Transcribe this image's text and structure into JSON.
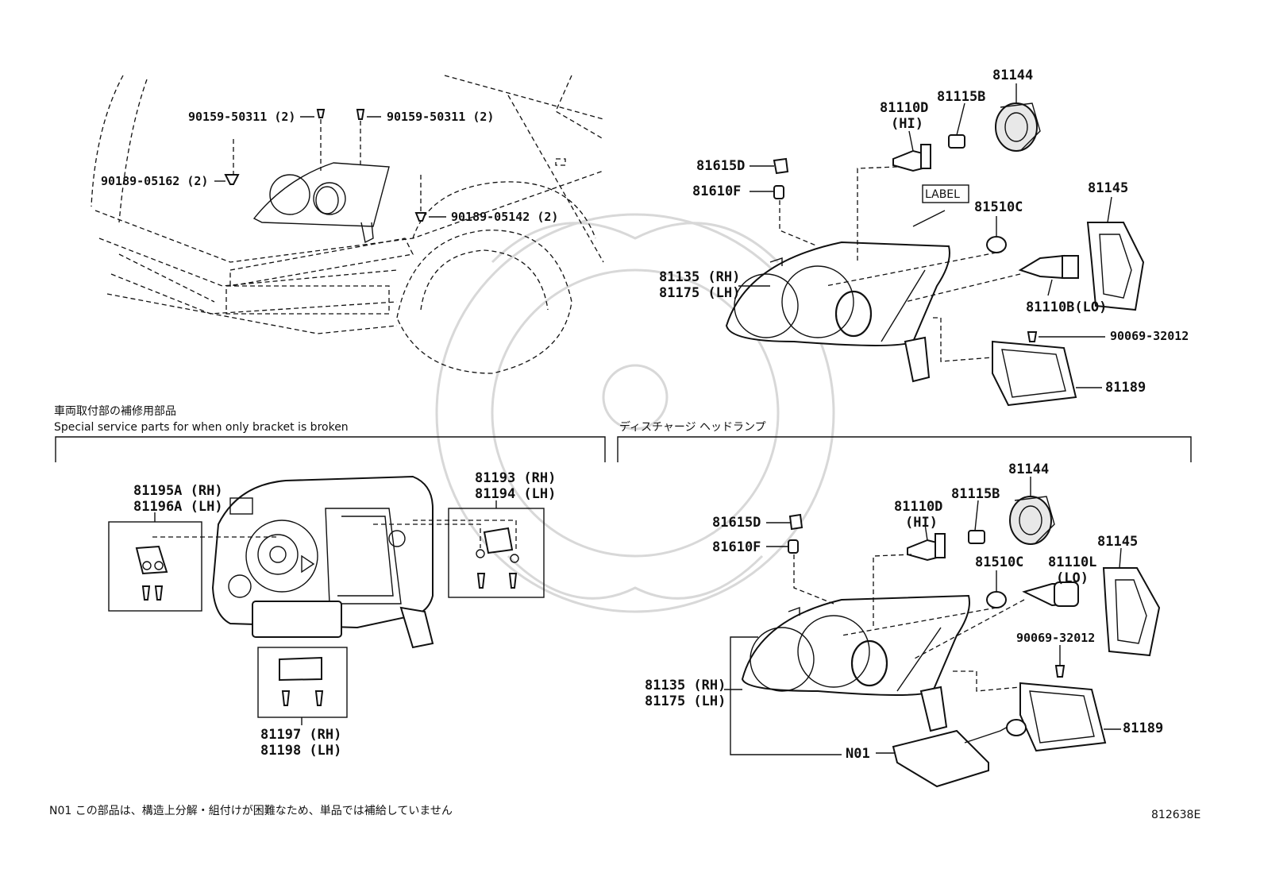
{
  "top_left": {
    "labels": [
      "90159-50311 (2)",
      "90159-50311 (2)",
      "90189-05162 (2)",
      "90189-05142 (2)"
    ]
  },
  "top_right": {
    "labels": [
      "81144",
      "81110D",
      "(HI)",
      "81115B",
      "81615D",
      "81610F",
      "LABEL",
      "81510C",
      "81145",
      "81135 (RH)",
      "81175 (LH)",
      "81110B(LO)",
      "90069-32012",
      "81189"
    ]
  },
  "bracket_section": {
    "title_jp": "車両取付部の補修用部品",
    "title_en": "Special service parts for when only bracket is broken",
    "labels": [
      "81195A (RH)",
      "81196A (LH)",
      "81193 (RH)",
      "81194 (LH)",
      "81197 (RH)",
      "81198 (LH)"
    ]
  },
  "discharge_section": {
    "title": "ディスチャージ ヘッドランプ",
    "labels": [
      "81144",
      "81110D",
      "(HI)",
      "81115B",
      "81615D",
      "81610F",
      "81510C",
      "81110L",
      "(LO)",
      "81145",
      "90069-32012",
      "81135 (RH)",
      "81175 (LH)",
      "81189",
      "N01"
    ]
  },
  "footnote": "N01 この部品は、構造上分解・組付けが困難なため、単品では補給していません",
  "diagram_code": "812638E"
}
